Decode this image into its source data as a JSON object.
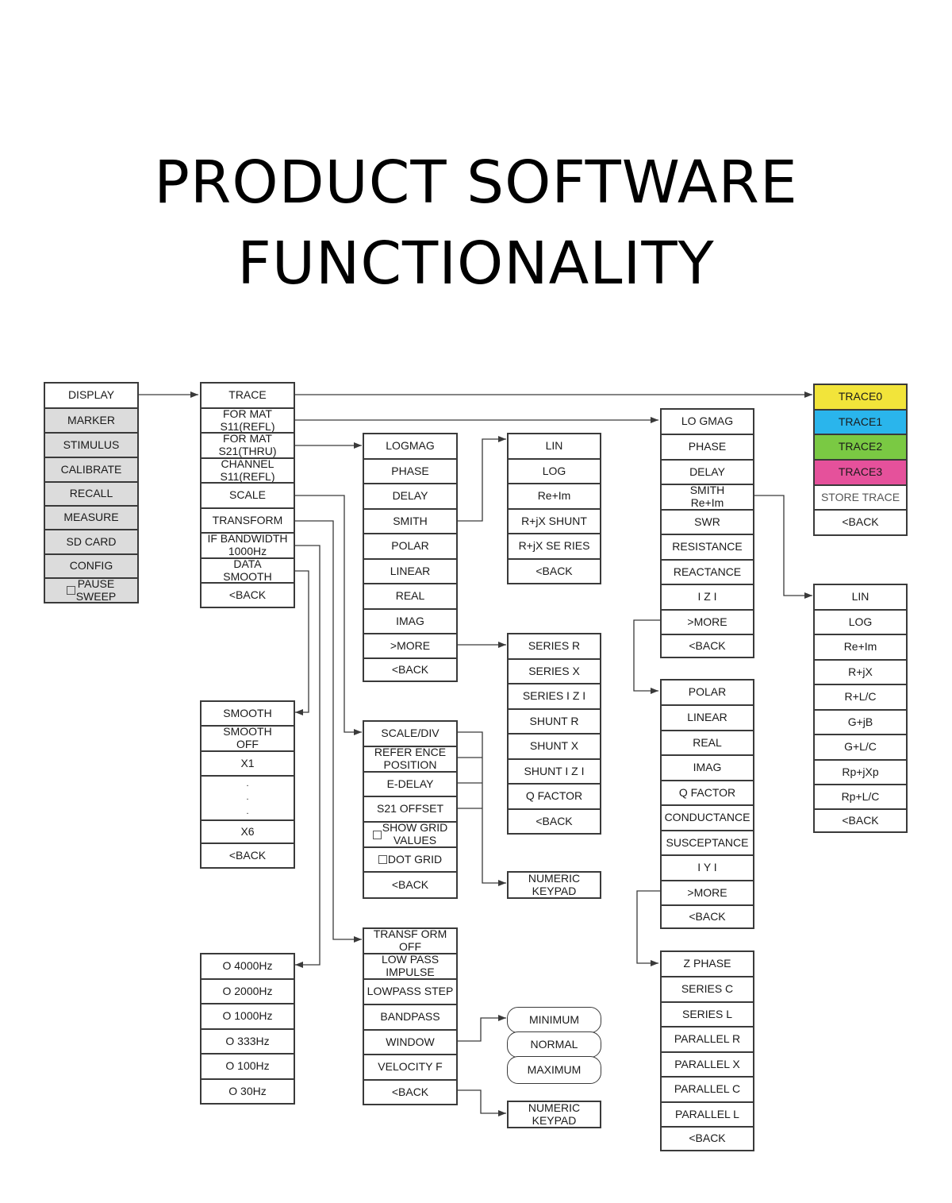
{
  "title": {
    "line1": "PRODUCT SOFTWARE",
    "line2": "FUNCTIONALITY"
  },
  "colors": {
    "TRACE0": "#f2e43a",
    "TRACE1": "#2ab5ec",
    "TRACE2": "#7ac943",
    "TRACE3": "#e5519b",
    "menu_grey": "#dcdcdc",
    "line": "#3a3a3a"
  },
  "menus": {
    "main": [
      "DISPLAY",
      "MARKER",
      "STIMULUS",
      "CALIBRATE",
      "RECALL",
      "MEASURE",
      "SD CARD",
      "CONFIG",
      "PAUSE\nSWEEP"
    ],
    "display": [
      "TRACE",
      "FOR MAT\nS11(REFL)",
      "FOR MAT\nS21(THRU)",
      "CHANNEL\nS11(REFL)",
      "SCALE",
      "TRANSFORM",
      "IF BANDWIDTH\n1000Hz",
      "DATA\nSMOOTH",
      "<BACK"
    ],
    "trace": [
      "TRACE0",
      "TRACE1",
      "TRACE2",
      "TRACE3",
      "STORE TRACE",
      "<BACK"
    ],
    "format_s21": [
      "LOGMAG",
      "PHASE",
      "DELAY",
      "SMITH",
      "POLAR",
      "LINEAR",
      "REAL",
      "IMAG",
      ">MORE",
      "<BACK"
    ],
    "smith_s21": [
      "LIN",
      "LOG",
      "Re+Im",
      "R+jX SHUNT",
      "R+jX SE RIES",
      "<BACK"
    ],
    "more_s21": [
      "SERIES R",
      "SERIES X",
      "SERIES I Z I",
      "SHUNT R",
      "SHUNT X",
      "SHUNT I Z I",
      "Q FACTOR",
      "<BACK"
    ],
    "format_s11": [
      "LO GMAG",
      "PHASE",
      "DELAY",
      "SMITH\nRe+Im",
      "SWR",
      "RESISTANCE",
      "REACTANCE",
      "I Z I",
      ">MORE",
      "<BACK"
    ],
    "smith_s11": [
      "LIN",
      "LOG",
      "Re+Im",
      "R+jX",
      "R+L/C",
      "G+jB",
      "G+L/C",
      "Rp+jXp",
      "Rp+L/C",
      "<BACK"
    ],
    "more_s11": [
      "POLAR",
      "LINEAR",
      "REAL",
      "IMAG",
      "Q FACTOR",
      "CONDUCTANCE",
      "SUSCEPTANCE",
      "I Y I",
      ">MORE",
      "<BACK"
    ],
    "more2_s11": [
      "Z PHASE",
      "SERIES C",
      "SERIES L",
      "PARALLEL R",
      "PARALLEL X",
      "PARALLEL C",
      "PARALLEL L",
      "<BACK"
    ],
    "smooth": [
      "SMOOTH",
      "SMOOTH\nOFF",
      "X1",
      ".\n.\n.",
      "X6",
      "<BACK"
    ],
    "scale": [
      "SCALE/DIV",
      "REFER ENCE\nPOSITION",
      "E-DELAY",
      "S21 OFFSET",
      "SHOW GRID\nVALUES",
      "DOT GRID",
      "<BACK"
    ],
    "numeric_keypad_1": [
      "NUMERIC\nKEYPAD"
    ],
    "bandwidth": [
      "O 4000Hz",
      "O 2000Hz",
      "O 1000Hz",
      "O 333Hz",
      "O 100Hz",
      "O 30Hz"
    ],
    "transform": [
      "TRANSF ORM\nOFF",
      "LOW PASS\nIMPULSE",
      "LOWPASS STEP",
      "BANDPASS",
      "WINDOW",
      "VELOCITY F",
      "<BACK"
    ],
    "window": [
      "MINIMUM",
      "NORMAL",
      "MAXIMUM"
    ],
    "numeric_keypad_2": [
      "NUMERIC\nKEYPAD"
    ]
  }
}
